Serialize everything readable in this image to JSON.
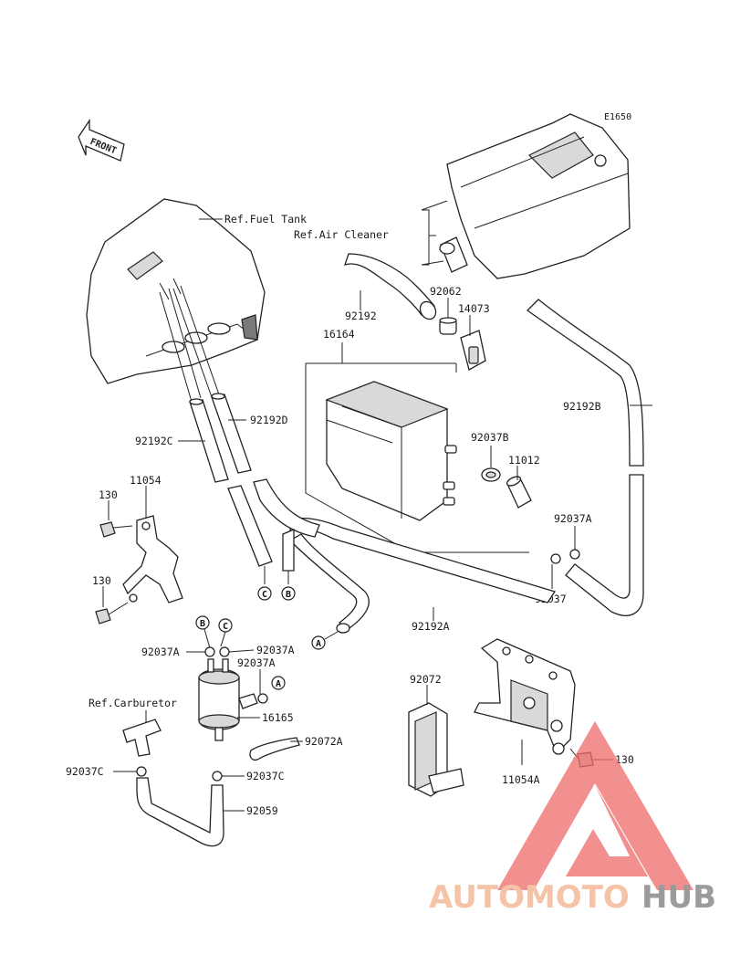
{
  "diagram": {
    "code": "E1650",
    "front_arrow_text": "FRONT",
    "refs": {
      "fuel_tank": "Ref.Fuel Tank",
      "air_cleaner": "Ref.Air Cleaner",
      "carburetor": "Ref.Carburetor"
    },
    "parts": {
      "p92192": "92192",
      "p92062": "92062",
      "p14073": "14073",
      "p16164": "16164",
      "p92192B": "92192B",
      "p92192C": "92192C",
      "p92192D": "92192D",
      "p11054": "11054",
      "p130a": "130",
      "p130b": "130",
      "p130c": "130",
      "p92037B": "92037B",
      "p11012": "11012",
      "p92037A_right": "92037A",
      "p92037": "92037",
      "p92192A": "92192A",
      "p92037A_l": "92037A",
      "p92037A_r": "92037A",
      "p92037A_mid": "92037A",
      "p16165": "16165",
      "p92072A": "92072A",
      "p92037C_l": "92037C",
      "p92037C_r": "92037C",
      "p92059": "92059",
      "p92072": "92072",
      "p11054A": "11054A"
    },
    "callouts": {
      "A": "A",
      "B": "B",
      "C": "C"
    }
  },
  "watermark": {
    "text_a": "AUTOMOTO",
    "text_b": "HUB",
    "color_a": "#f2b08a",
    "color_b": "#7a7a7a",
    "logo_color": "#ee6a6a"
  }
}
